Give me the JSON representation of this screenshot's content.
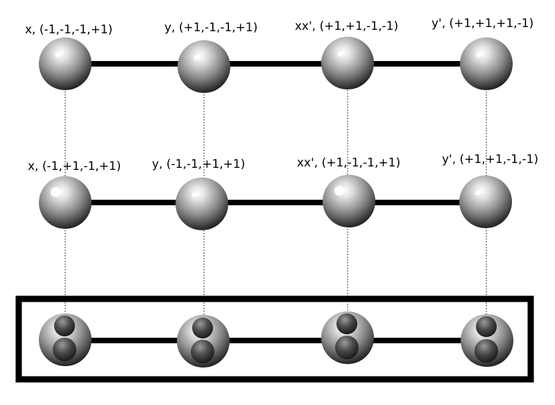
{
  "rows": [
    {
      "nodes": [
        {
          "label": "x, (-1,-1,-1,+1)"
        },
        {
          "label": "y, (+1,-1,-1,+1)"
        },
        {
          "label": "xx', (+1,+1,-1,-1)"
        },
        {
          "label": "y', (+1,+1,+1,-1)"
        }
      ]
    },
    {
      "nodes": [
        {
          "label": "x, (-1,+1,-1,+1)"
        },
        {
          "label": "y, (-1,-1,+1,+1)"
        },
        {
          "label": "xx', (+1,-1,-1,+1)"
        },
        {
          "label": "y', (+1,+1,-1,-1)"
        }
      ]
    },
    {
      "nodes": [
        {
          "label": ""
        },
        {
          "label": ""
        },
        {
          "label": ""
        },
        {
          "label": ""
        }
      ]
    }
  ],
  "styles": {
    "sphere_light": "#f4f4f4",
    "sphere_mid": "#8a8a8a",
    "sphere_dark": "#1e1e1e",
    "line_color": "#000000",
    "dotted_color": "#333333",
    "frame_color": "#000000"
  }
}
